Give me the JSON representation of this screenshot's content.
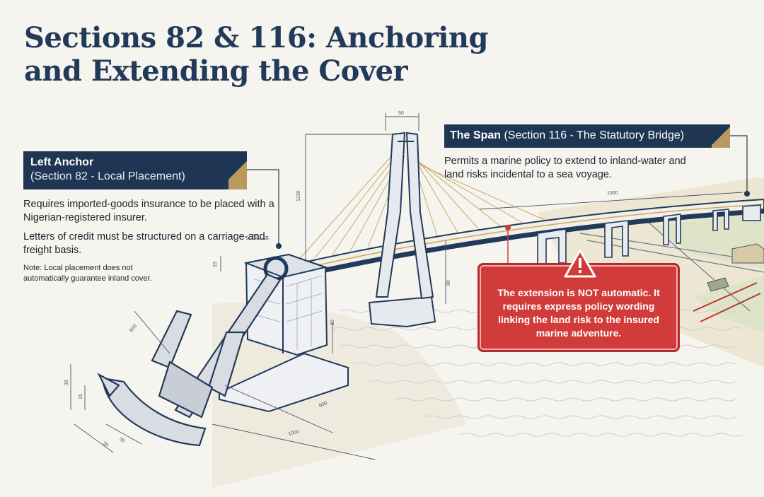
{
  "title": {
    "line1": "Sections 82 & 116: Anchoring",
    "line2": "and Extending the Cover"
  },
  "left_anchor": {
    "heading": "Left Anchor",
    "subheading": "(Section 82 - Local Placement)",
    "paragraph1": "Requires imported-goods insurance to be placed with a Nigerian-registered insurer.",
    "paragraph2": "Letters of credit must be structured on a carriage-and-freight basis.",
    "note": "Note: Local placement does not automatically guarantee inland cover."
  },
  "span": {
    "heading": "The Span",
    "subheading": "(Section 116 - The Statutory Bridge)",
    "paragraph": "Permits a marine policy to extend to inland-water and land risks incidental to a sea voyage."
  },
  "warning": {
    "icon": "warning-triangle-icon",
    "text": "The extension is NOT automatic. It requires express policy wording linking the land risk to the insured marine adventure."
  },
  "dimensions": {
    "tower_top": "50",
    "tower_height": "1230",
    "span_length": "1300",
    "pier_top": "50",
    "pier_small": "15",
    "pier_height": "80",
    "river_pier": "80",
    "base_width": "600",
    "base_length": "1000",
    "anchor_shank": "600",
    "anchor_h1": "39",
    "anchor_h2": "15",
    "anchor_w1": "30",
    "anchor_w2": "30"
  },
  "colors": {
    "navy": "#1e3653",
    "gold": "#b99a5e",
    "alert_red": "#d13c3a",
    "background": "#f6f4ee"
  }
}
